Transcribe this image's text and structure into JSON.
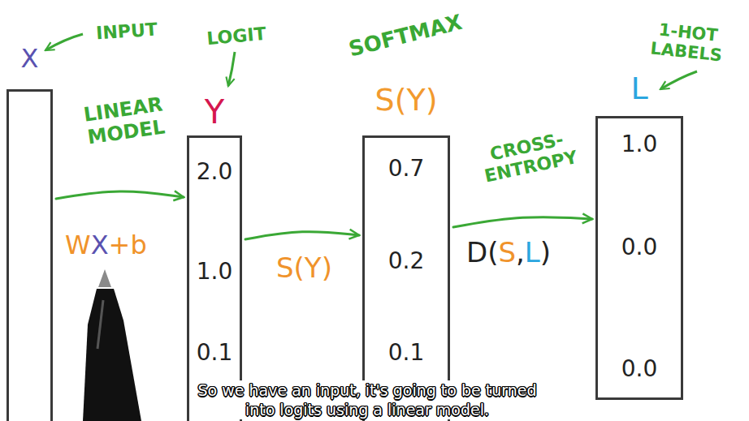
{
  "diagram": {
    "caption": "So we have an input, it's going to be turned into logits using a linear model.",
    "nodes": [
      {
        "text": [
          "X"
        ]
      },
      {
        "text": [
          "Y",
          "2.0",
          "1.0",
          "0.1"
        ]
      },
      {
        "text": [
          "S(Y)",
          "0.7",
          "0.2",
          "0.1"
        ]
      },
      {
        "text": [
          "L",
          "1.0",
          "0.0",
          "0.0"
        ]
      }
    ],
    "edges": [
      {
        "from": 0,
        "to": 1,
        "label": "WX+b",
        "arrow": "to"
      },
      {
        "from": 1,
        "to": 2,
        "label": "S(Y)",
        "arrow": "to"
      },
      {
        "from": 2,
        "to": 3,
        "label": "D(S,L)",
        "arrow": "to"
      }
    ],
    "labels": [
      "INPUT",
      "LOGIT",
      "LINEAR MODEL",
      "SOFTMAX",
      "CROSS-ENTROPY",
      "1-HOT LABELS"
    ]
  }
}
